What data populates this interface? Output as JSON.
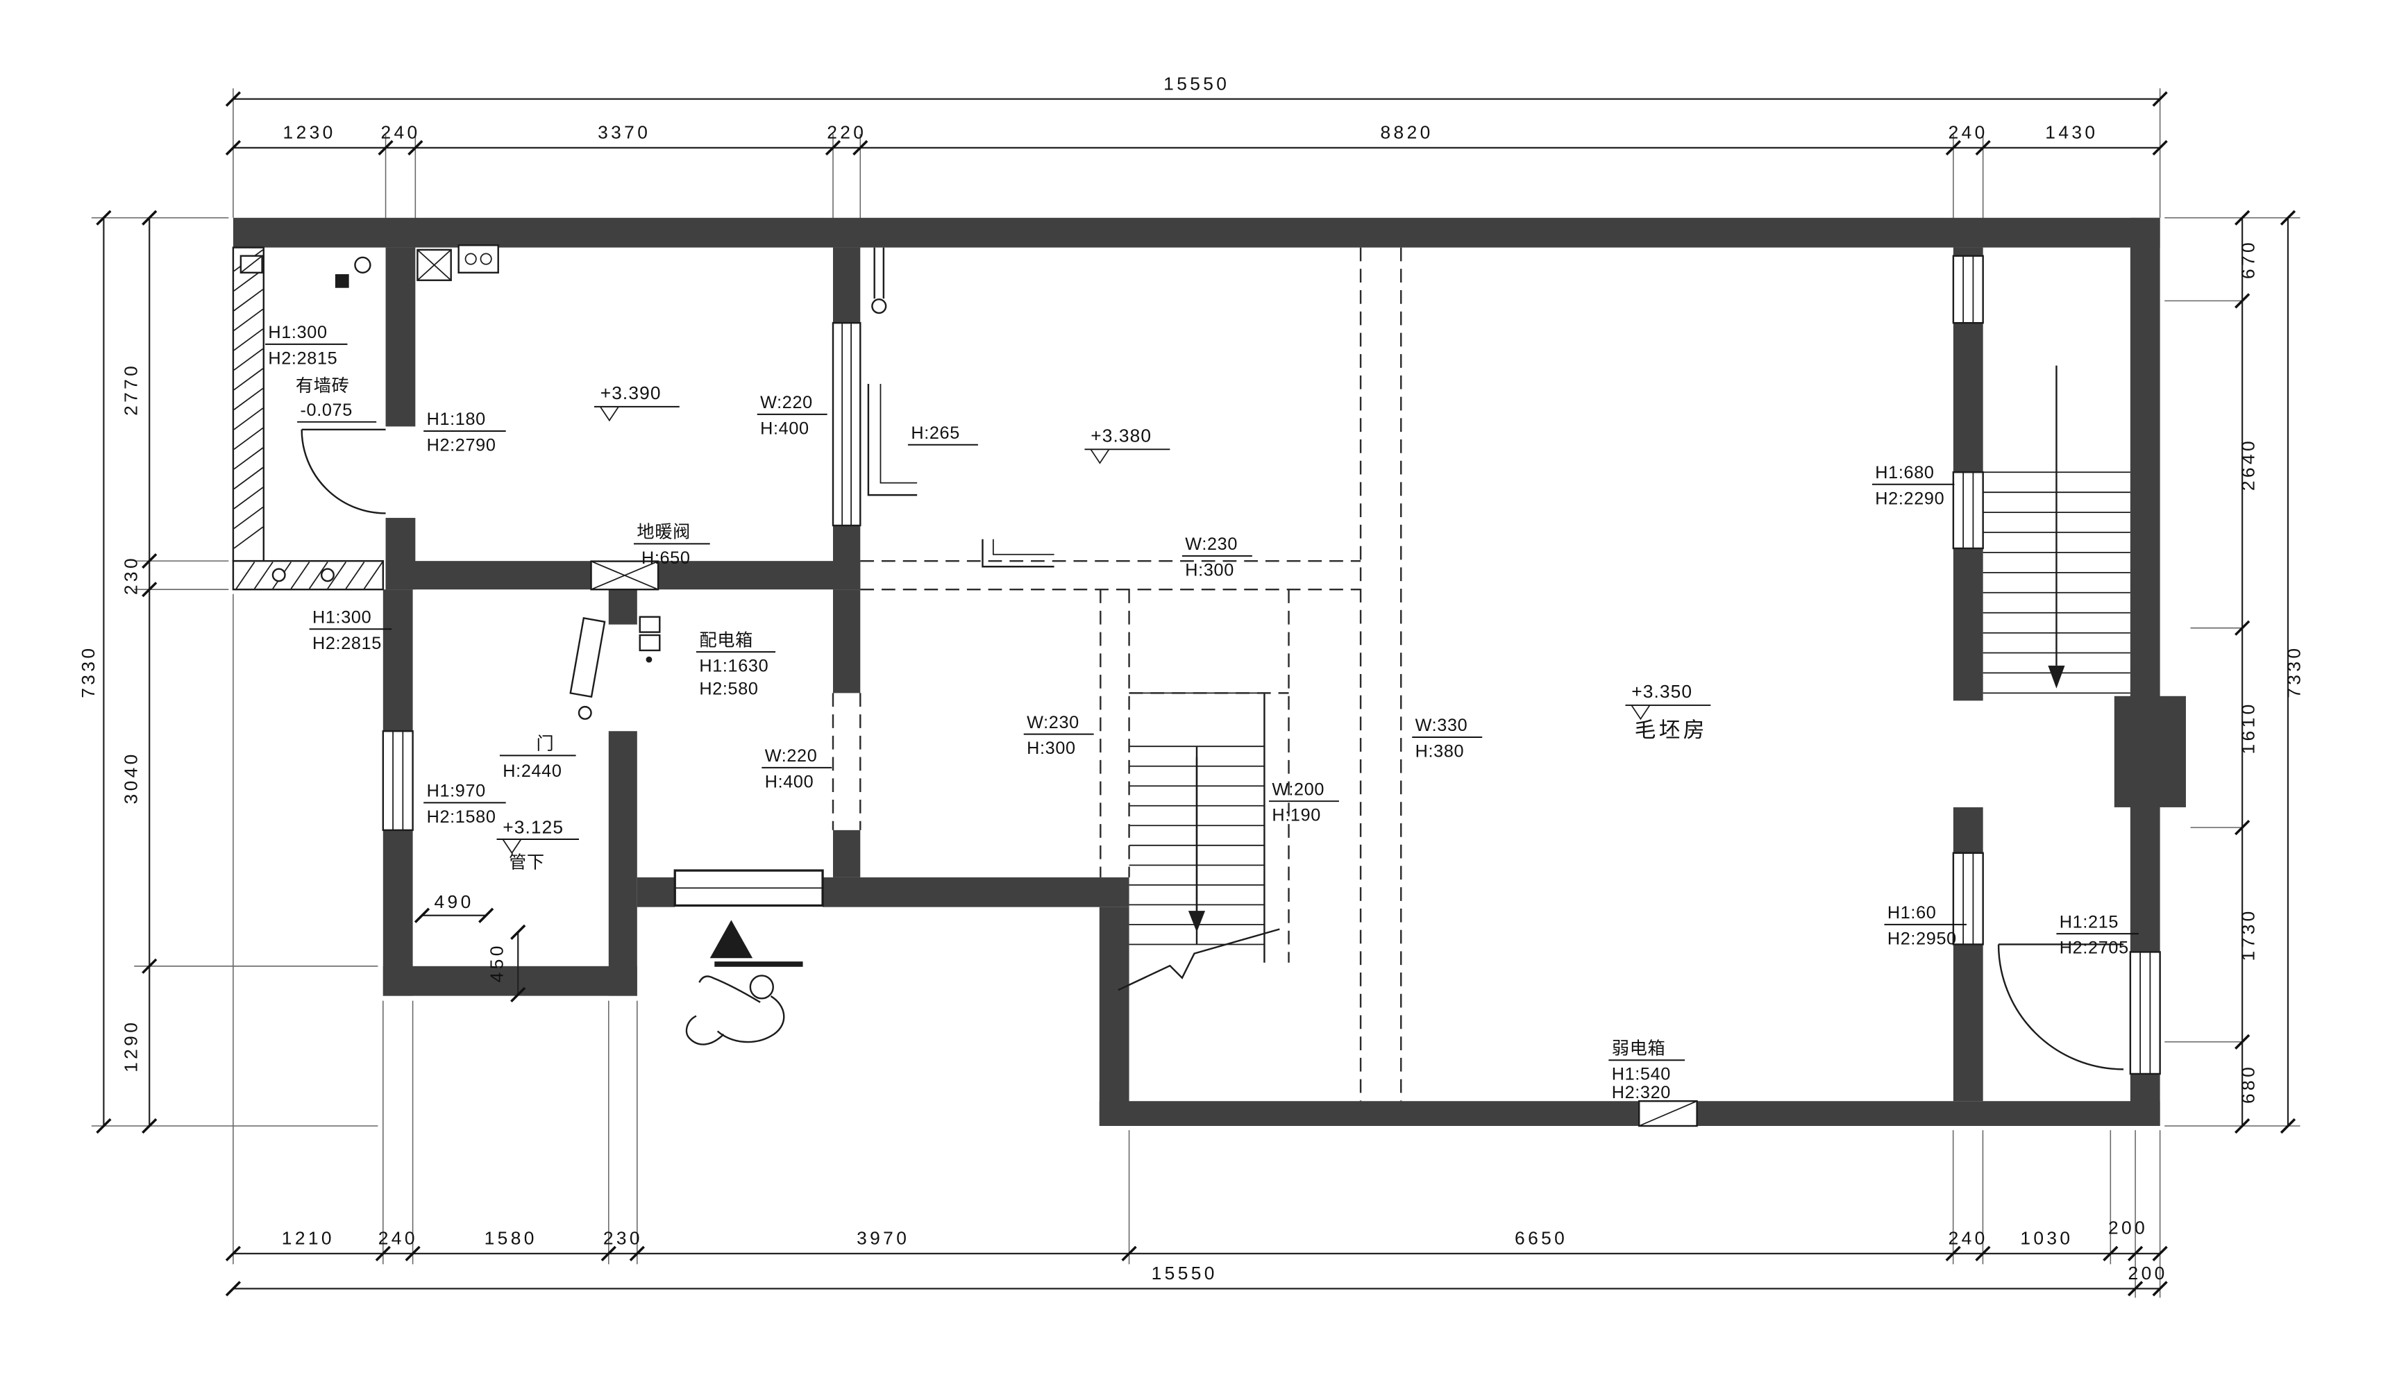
{
  "colors": {
    "wall": "#404040",
    "line": "#1c1c1c"
  },
  "dims": {
    "top_total": "15550",
    "top": [
      "1230",
      "240",
      "3370",
      "220",
      "8820",
      "240",
      "1430"
    ],
    "bottom": [
      "1210",
      "240",
      "1580",
      "230",
      "3970",
      "6650",
      "240",
      "1030",
      "200"
    ],
    "bottom_total": "15550",
    "bottom_extra": "200",
    "left_total": "7330",
    "left": [
      "2770",
      "230",
      "3040",
      "1290"
    ],
    "right_total": "7330",
    "right": [
      "670",
      "2640",
      "1610",
      "1730",
      "680"
    ],
    "d490": "490",
    "d450": "450"
  },
  "levels": {
    "kitchen": "+3.390",
    "living": "+3.380",
    "main": "+3.350",
    "pipe": "+3.125",
    "entry": "-0.075"
  },
  "rooms": {
    "main": "毛坯房",
    "pipe_note": "管下",
    "tile_note": "有墙砖"
  },
  "callouts": {
    "tl_win": [
      "H1:300",
      "H2:2815"
    ],
    "tl_door": [
      "H1:180",
      "H2:2790"
    ],
    "k_win": [
      "W:220",
      "H:400"
    ],
    "beam": [
      "H:265"
    ],
    "lv_open": [
      "W:230",
      "H:300"
    ],
    "valve": [
      "地暖阀",
      "H:650"
    ],
    "tl_win2": [
      "H1:300",
      "H2:2815"
    ],
    "dist_box": [
      "配电箱",
      "H1:1630",
      "H2:580"
    ],
    "bl_door": [
      "门",
      "H:2440"
    ],
    "bl_win": [
      "H1:970",
      "H2:1580"
    ],
    "mid_win": [
      "W:220",
      "H:400"
    ],
    "mid_open": [
      "W:230",
      "H:300"
    ],
    "r_open": [
      "W:330",
      "H:380"
    ],
    "st_open": [
      "W:200",
      "H:190"
    ],
    "stair_win": [
      "H1:680",
      "H2:2290"
    ],
    "br_win": [
      "H1:60",
      "H2:2950"
    ],
    "br_door": [
      "H1:215",
      "H2:2705"
    ],
    "weak_box": [
      "弱电箱",
      "H1:540",
      "H2:320"
    ]
  }
}
